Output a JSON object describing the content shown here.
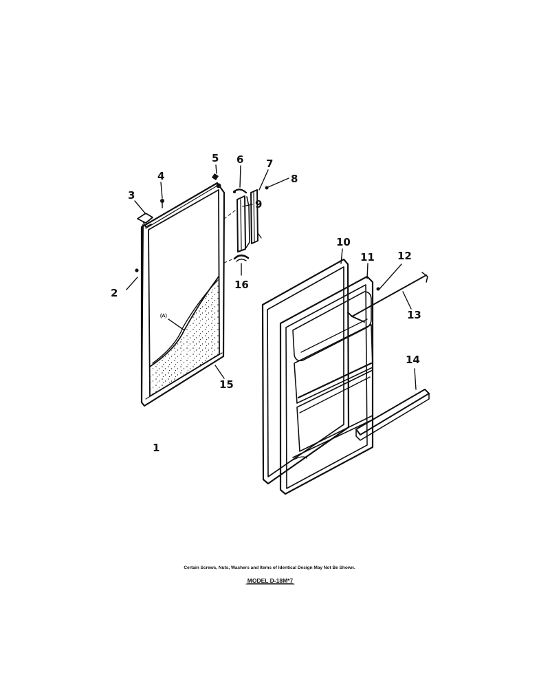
{
  "callouts": {
    "c1": "1",
    "c2": "2",
    "c3": "3",
    "c4": "4",
    "c5": "5",
    "c6": "6",
    "c7": "7",
    "c8": "8",
    "c9": "9",
    "c10": "10",
    "c11": "11",
    "c12": "12",
    "c13": "13",
    "c14": "14",
    "c15": "15",
    "c16": "16",
    "cA": "(A)"
  },
  "footer": {
    "note": "Certain Screws, Nuts, Washers and Items of Identical Design May Not Be Shown.",
    "model": "MODEL D-18M*7"
  }
}
